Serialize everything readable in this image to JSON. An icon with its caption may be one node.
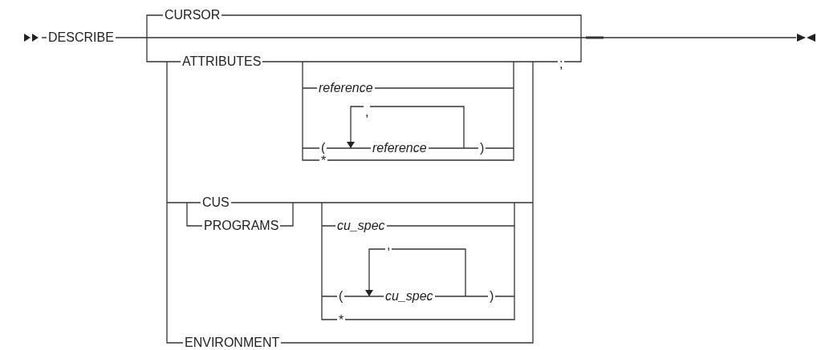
{
  "diagram": {
    "labels": [
      "DESCRIBE",
      "CURSOR",
      "ATTRIBUTES",
      "reference",
      ",",
      "(",
      "reference",
      ")",
      "*",
      ";",
      "CUS",
      "PROGRAMS",
      "cu_spec",
      ",",
      "(",
      "cu_spec",
      ")",
      "*",
      "ENVIRONMENT"
    ]
  }
}
